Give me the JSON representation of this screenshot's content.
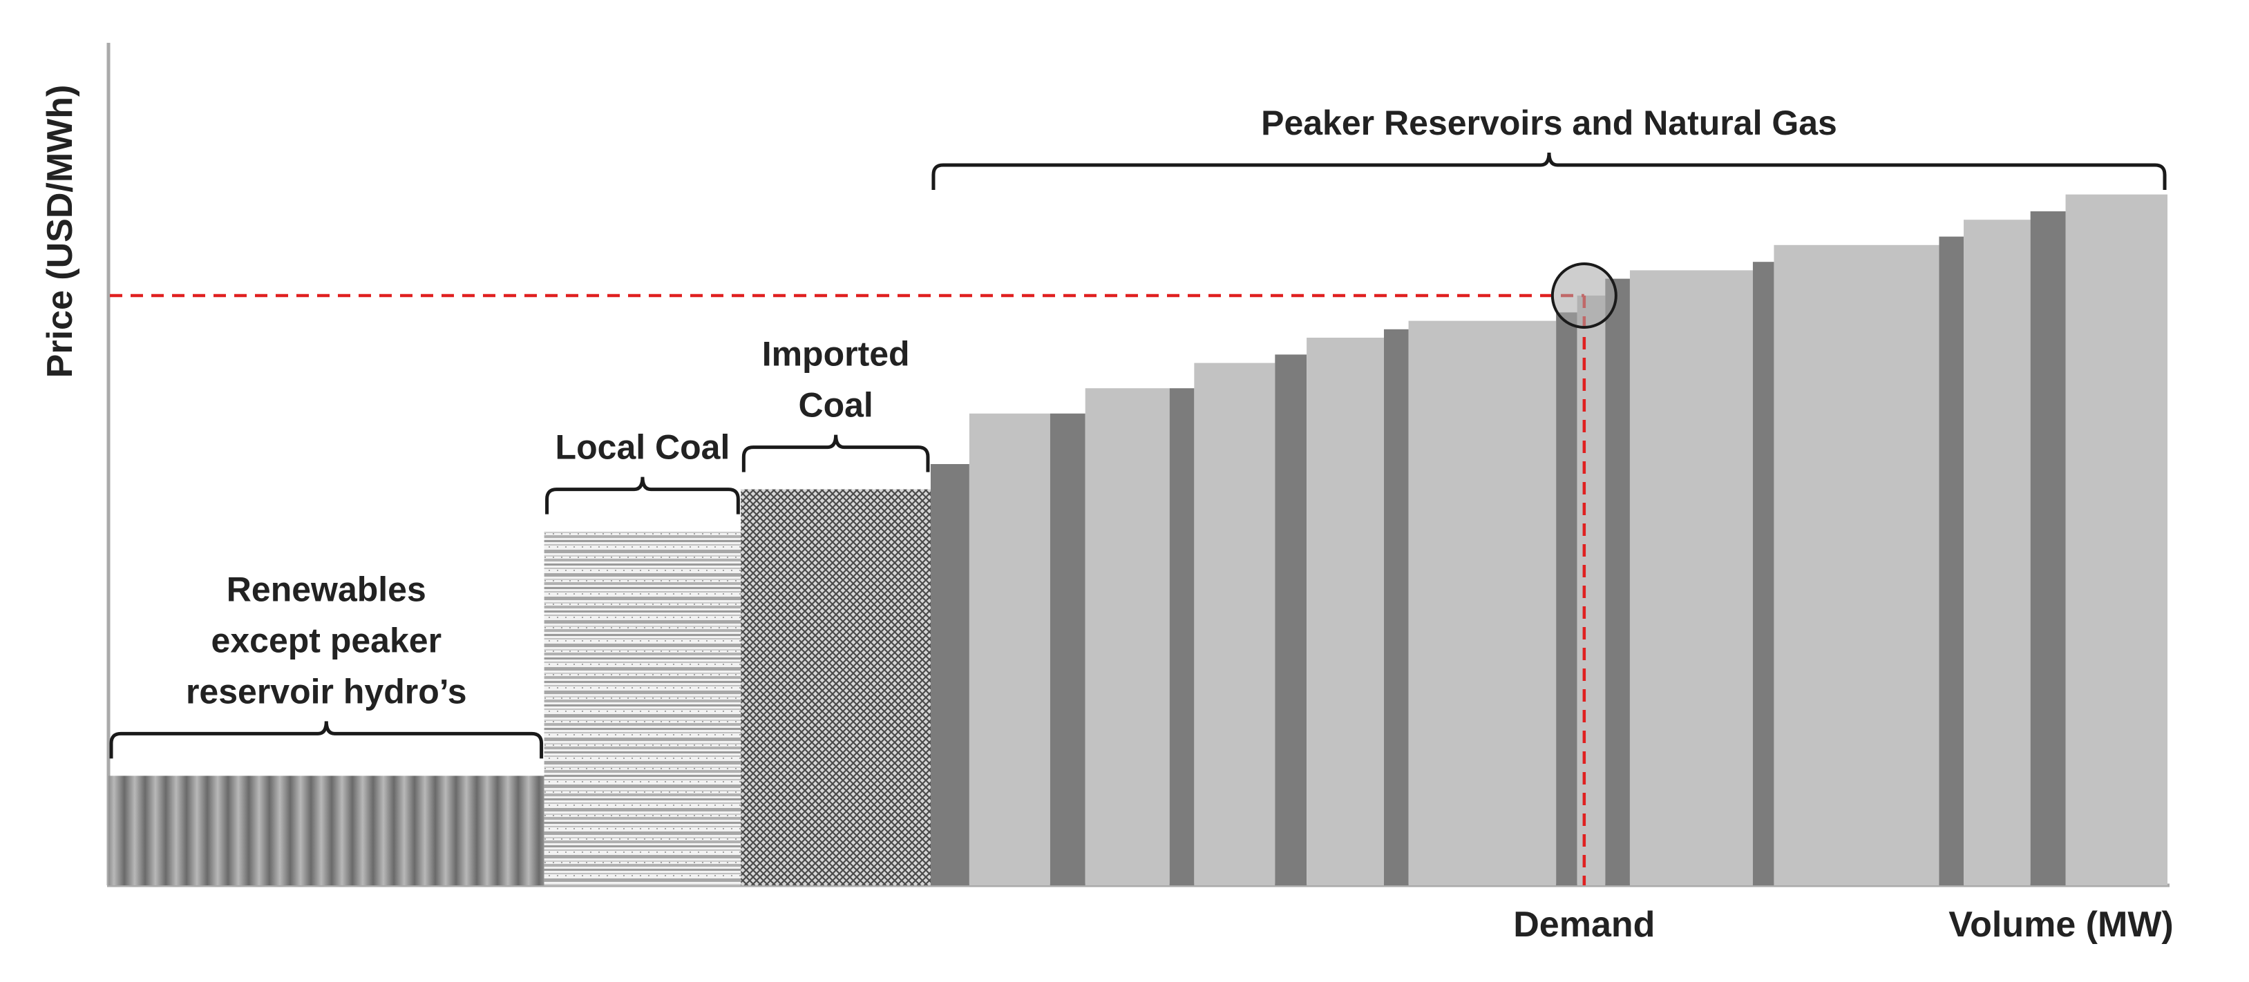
{
  "chart_data": {
    "type": "bar",
    "title": "",
    "xlabel": "Volume (MW)",
    "ylabel": "Price (USD/MWh)",
    "demand_label": "Demand",
    "groups": [
      {
        "label_lines": [
          "Renewables",
          "except peaker",
          "reservoir hydro’s"
        ],
        "fill": "vertical-stripes",
        "blocks": [
          {
            "x0": 0,
            "x1": 6.2,
            "price": 0.13
          }
        ]
      },
      {
        "label_lines": [
          "Local Coal"
        ],
        "fill": "horizontal-stripes",
        "blocks": [
          {
            "x0": 6.2,
            "x1": 9.0,
            "price": 0.42
          }
        ]
      },
      {
        "label_lines": [
          "Imported",
          "Coal"
        ],
        "fill": "crosshatch",
        "blocks": [
          {
            "x0": 9.0,
            "x1": 11.7,
            "price": 0.47
          }
        ]
      },
      {
        "label_lines": [
          "Peaker Reservoirs and Natural Gas"
        ],
        "fill": "alternating-gray",
        "blocks": [
          {
            "x0": 11.7,
            "x1": 12.25,
            "price": 0.5,
            "tone": "dark"
          },
          {
            "x0": 12.25,
            "x1": 13.4,
            "price": 0.56,
            "tone": "light"
          },
          {
            "x0": 13.4,
            "x1": 13.9,
            "price": 0.56,
            "tone": "dark"
          },
          {
            "x0": 13.9,
            "x1": 15.1,
            "price": 0.59,
            "tone": "light"
          },
          {
            "x0": 15.1,
            "x1": 15.45,
            "price": 0.59,
            "tone": "dark"
          },
          {
            "x0": 15.45,
            "x1": 16.6,
            "price": 0.62,
            "tone": "light"
          },
          {
            "x0": 16.6,
            "x1": 17.05,
            "price": 0.63,
            "tone": "dark"
          },
          {
            "x0": 17.05,
            "x1": 18.15,
            "price": 0.65,
            "tone": "light"
          },
          {
            "x0": 18.15,
            "x1": 18.5,
            "price": 0.66,
            "tone": "dark"
          },
          {
            "x0": 18.5,
            "x1": 20.6,
            "price": 0.67,
            "tone": "light"
          },
          {
            "x0": 20.6,
            "x1": 20.9,
            "price": 0.68,
            "tone": "dark"
          },
          {
            "x0": 20.9,
            "x1": 21.3,
            "price": 0.7,
            "tone": "light"
          },
          {
            "x0": 21.3,
            "x1": 21.65,
            "price": 0.72,
            "tone": "dark"
          },
          {
            "x0": 21.65,
            "x1": 23.4,
            "price": 0.73,
            "tone": "light"
          },
          {
            "x0": 23.4,
            "x1": 23.7,
            "price": 0.74,
            "tone": "dark"
          },
          {
            "x0": 23.7,
            "x1": 26.05,
            "price": 0.76,
            "tone": "light"
          },
          {
            "x0": 26.05,
            "x1": 26.4,
            "price": 0.77,
            "tone": "dark"
          },
          {
            "x0": 26.4,
            "x1": 27.35,
            "price": 0.79,
            "tone": "light"
          },
          {
            "x0": 27.35,
            "x1": 27.85,
            "price": 0.8,
            "tone": "dark"
          },
          {
            "x0": 27.85,
            "x1": 29.3,
            "price": 0.82,
            "tone": "light"
          }
        ]
      }
    ],
    "demand_volume": 21.0,
    "clearing_price": 0.7,
    "xlim": [
      0,
      29.3
    ],
    "ylim": [
      0,
      1.0
    ],
    "colors": {
      "dark_block": "#7c7c7c",
      "light_block": "#c2c2c2",
      "dashed_line": "#e02020",
      "axis": "#aaaaaa",
      "bracket": "#1a1a1a"
    }
  }
}
